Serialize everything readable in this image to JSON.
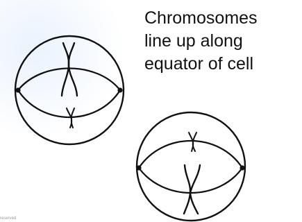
{
  "caption": {
    "line1": "Chromosomes",
    "line2": "line up along",
    "line3": "equator of cell"
  },
  "footer": {
    "fragment": "reserved"
  },
  "colors": {
    "ink": "#111111",
    "background": "#ffffff",
    "glow": "#e8f1fc"
  }
}
